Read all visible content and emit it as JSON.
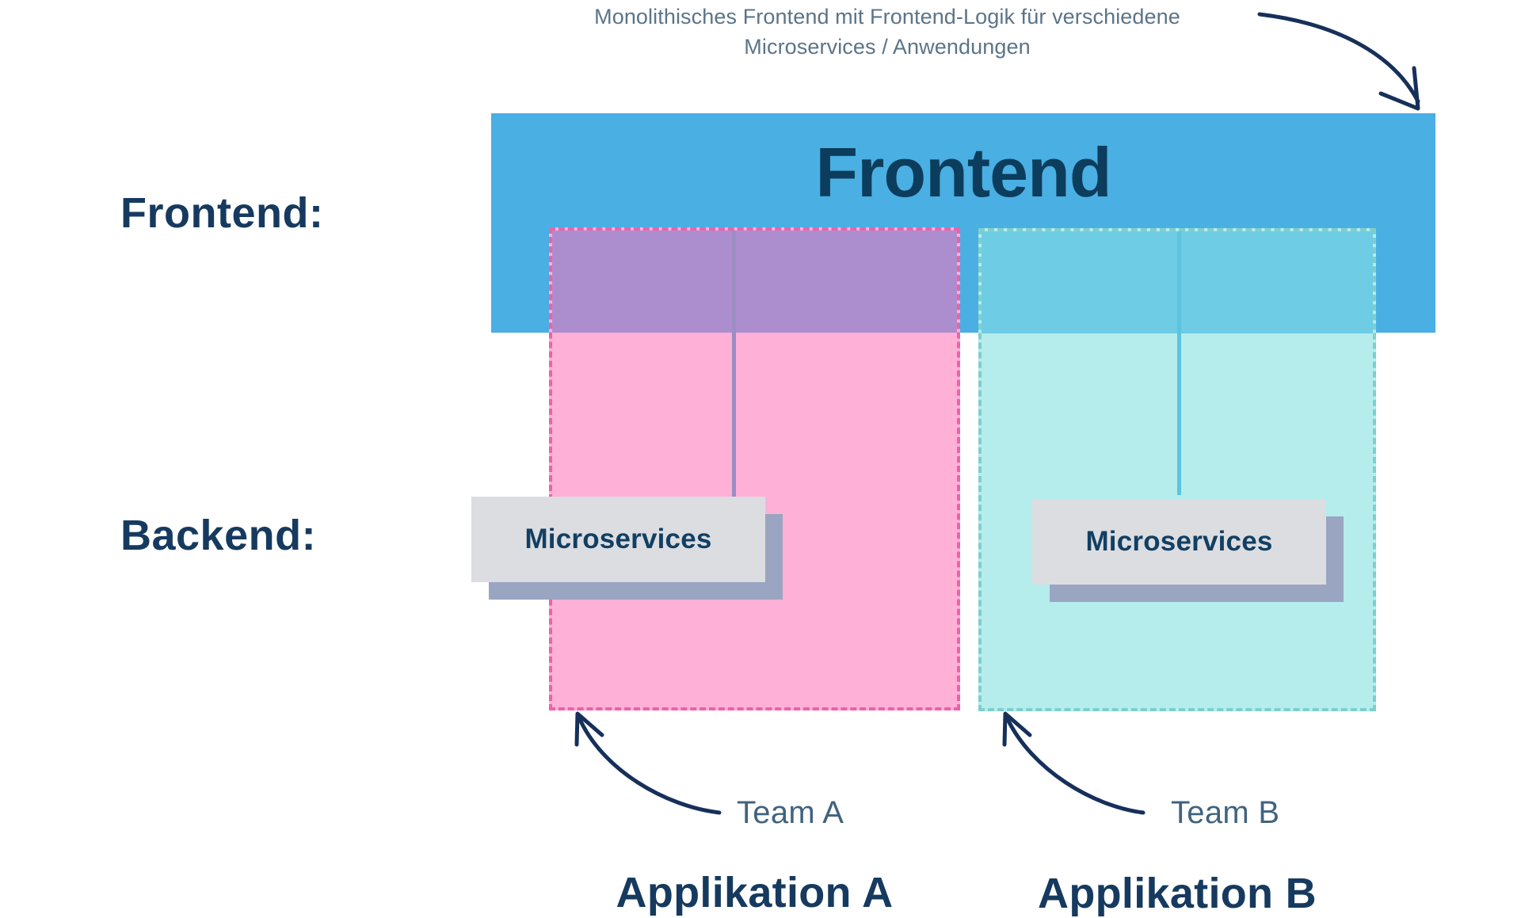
{
  "diagram": {
    "caption": {
      "line1": "Monolithisches Frontend mit Frontend-Logik für verschiedene",
      "line2": "Microservices / Anwendungen"
    },
    "row_labels": {
      "frontend": "Frontend:",
      "backend": "Backend:"
    },
    "frontend_band": {
      "title": "Frontend",
      "color": "#4aafe3",
      "title_color": "#0d3d5c"
    },
    "applications": [
      {
        "id": "a",
        "name": "Applikation A",
        "microservices_label": "Microservices",
        "fill": "#ffb0d6",
        "border": "#ec62ab",
        "overlap_fill": "#ac8ece",
        "connector_color": "#9a8ec4",
        "team": "Team A"
      },
      {
        "id": "b",
        "name": "Applikation B",
        "microservices_label": "Microservices",
        "fill": "#b5edec",
        "border": "#7ecfcd",
        "overlap_fill": "#6ecce5",
        "connector_color": "#5ec4de",
        "team": "Team B"
      }
    ],
    "microservices_box": {
      "fill": "#dcdde1",
      "shadow": "#9aa5c2",
      "text_color": "#123f63"
    },
    "arrows": {
      "caption_to_frontend": "curved-arrow-down-right",
      "team_a_to_app_a": "curved-arrow-up-left",
      "team_b_to_app_b": "curved-arrow-up-left",
      "color": "#16305a"
    },
    "text_colors": {
      "caption": "#5b7489",
      "heading": "#163a5f",
      "team": "#41637f"
    },
    "background": "#ffffff"
  }
}
